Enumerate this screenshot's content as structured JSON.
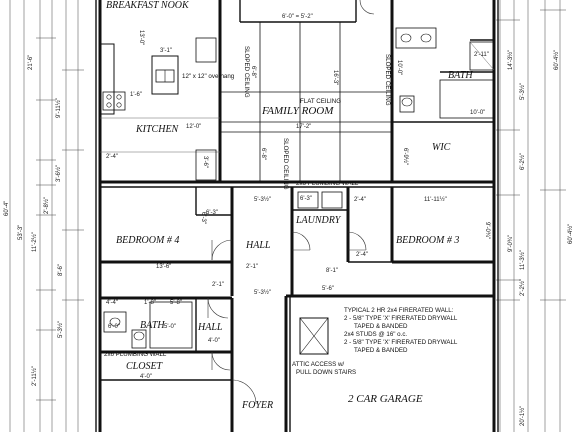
{
  "rooms": {
    "breakfast_nook": "BREAKFAST NOOK",
    "kitchen": "KITCHEN",
    "family_room": "FAMILY ROOM",
    "flat_ceiling": "FLAT CEILING",
    "bath_upper": "BATH",
    "wic": "WIC",
    "laundry": "LAUNDRY",
    "bedroom4": "BEDROOM # 4",
    "bedroom3": "BEDROOM # 3",
    "hall_mid": "HALL",
    "bath_lower": "BATH",
    "hall_lower": "HALL",
    "closet": "CLOSET",
    "foyer": "FOYER",
    "garage": "2 CAR GARAGE"
  },
  "notes": {
    "sloped_ceiling_1": "SLOPED CEILING",
    "sloped_ceiling_2": "SLOPED CEILING",
    "sloped_ceiling_3": "SLOPED CEILING",
    "plumbing_wall_upper": "2x6 PLUMBING WALL",
    "plumbing_wall_lower": "2x6 PLUMBING WALL",
    "firewall_1": "TYPICAL 2 HR 2x4 FIRERATED WALL:",
    "firewall_2": "2 - 5/8\" TYPE 'X' FIRERATED DRYWALL",
    "firewall_3": "TAPED & BANDED",
    "firewall_4": "2x4 STUDS @ 16\" o.c.",
    "firewall_5": "2 - 5/8\" TYPE 'X' FIRERATED DRYWALL",
    "firewall_6": "TAPED & BANDED",
    "attic_1": "ATTIC ACCESS w/",
    "attic_2": "PULL DOWN STAIRS",
    "kitchen_note": "12\" x 12\" overhang"
  },
  "dims": {
    "d_top": "6'-0\" = 5'-2\"",
    "d_kitchen_13": "13'-0\"",
    "d_island": "3'-1\"",
    "d_kitchen_w": "12'-0\"",
    "d_fr_w": "17'-2\"",
    "d_fr_h": "16'-3\"",
    "d_slope_1": "6'-8\"",
    "d_slope_2": "6'-8\"",
    "d_kit_side": "2'-4\"",
    "d_kit_side2": "3'-6\"",
    "d_pantry": "5'-3½\"",
    "d_laundry_1": "6'-3\"",
    "d_laundry_2": "2'-4\"",
    "d_br3_w": "11'-11½\"",
    "d_br4_w": "13'-6\"",
    "d_br4_side": "6'-3\"",
    "d_hall_w": "5'-3½\"",
    "d_hall2": "8'-1\"",
    "d_hall3": "2'-1\"",
    "d_br3_h": "9'-0¾\"",
    "d_bath_1": "4'-4\"",
    "d_bath_2": "1'-8\"",
    "d_bath_3": "5'-8\"",
    "d_bath_4": "6'-0\"",
    "d_bath_5": "5'-0\"",
    "d_bath_top": "10'-0\"",
    "d_bath_r1": "2'-11\"",
    "d_bath_r2": "10'-0\"",
    "d_wic": "6'-9½\"",
    "d_closet": "4'-0\"",
    "d_foyer": "4'-0\"",
    "d_left_1": "21'-6\"",
    "d_left_2": "9'-11½\"",
    "d_left_3": "3'-6½\"",
    "d_left_4": "2'-8½\"",
    "d_left_5": "11'-2½\"",
    "d_left_6": "8'-6\"",
    "d_left_7": "5'-3½\"",
    "d_left_8": "2'-11½\"",
    "d_left_total": "60'-4\"",
    "d_left_total2": "53'-3\"",
    "d_right_1": "14'-3½\"",
    "d_right_2": "5'-3½\"",
    "d_right_3": "6'-2½\"",
    "d_right_4": "9'-0¾\"",
    "d_right_5": "11'-3½\"",
    "d_right_6": "2'-2½\"",
    "d_right_7": "20'-1½\"",
    "d_right_total": "60'-4½\"",
    "d_right_total2": "60'-4½\"",
    "d_misc_1": "1'-6\"",
    "d_misc_2": "2'-4\"",
    "d_misc_3": "5'-6\"",
    "d_misc_4": "6'-3\"",
    "d_misc_5": "2'-1\""
  }
}
